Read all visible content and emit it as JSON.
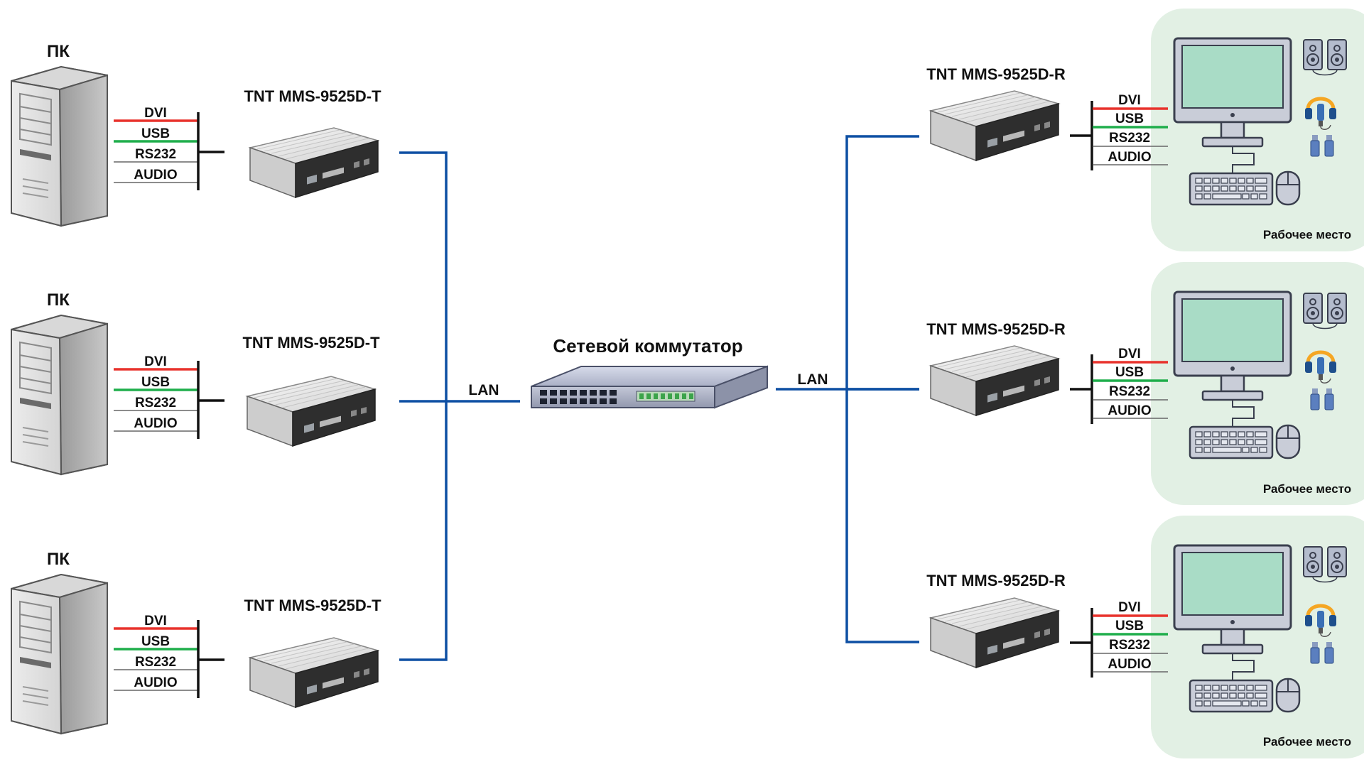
{
  "transmitters": [
    {
      "pc_label": "ПК",
      "device_label": "TNT MMS-9525D-T",
      "signals": [
        "DVI",
        "USB",
        "RS232",
        "AUDIO"
      ]
    },
    {
      "pc_label": "ПК",
      "device_label": "TNT MMS-9525D-T",
      "signals": [
        "DVI",
        "USB",
        "RS232",
        "AUDIO"
      ]
    },
    {
      "pc_label": "ПК",
      "device_label": "TNT MMS-9525D-T",
      "signals": [
        "DVI",
        "USB",
        "RS232",
        "AUDIO"
      ]
    }
  ],
  "switch": {
    "label": "Сетевой коммутатор"
  },
  "lan_left": "LAN",
  "lan_right": "LAN",
  "receivers": [
    {
      "device_label": "TNT MMS-9525D-R",
      "signals": [
        "DVI",
        "USB",
        "RS232",
        "AUDIO"
      ],
      "workstation_label": "Рабочее место"
    },
    {
      "device_label": "TNT MMS-9525D-R",
      "signals": [
        "DVI",
        "USB",
        "RS232",
        "AUDIO"
      ],
      "workstation_label": "Рабочее место"
    },
    {
      "device_label": "TNT MMS-9525D-R",
      "signals": [
        "DVI",
        "USB",
        "RS232",
        "AUDIO"
      ],
      "workstation_label": "Рабочее место"
    }
  ],
  "colors": {
    "lan_line": "#0d4fa3",
    "dvi_line": "#e8322c",
    "usb_line": "#1fae4b",
    "workstation_bg": "#e2f0e4",
    "screen": "#a9dcc6"
  }
}
